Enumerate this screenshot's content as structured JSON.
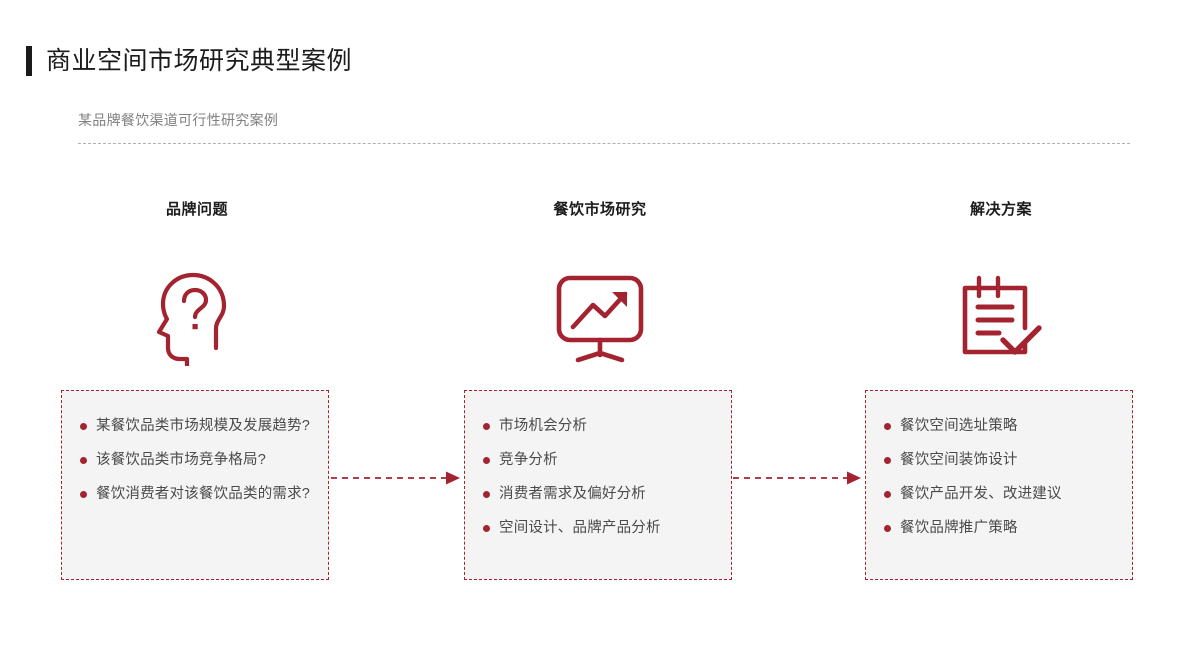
{
  "header": {
    "title": "商业空间市场研究典型案例",
    "subtitle": "某品牌餐饮渠道可行性研究案例"
  },
  "columns": [
    {
      "id": "brand-problem",
      "header": "品牌问题",
      "icon": "head-question-icon",
      "items": [
        "某餐饮品类市场规模及发展趋势?",
        "该餐饮品类市场竞争格局?",
        "餐饮消费者对该餐饮品类的需求?"
      ]
    },
    {
      "id": "market-research",
      "header": "餐饮市场研究",
      "icon": "presentation-chart-icon",
      "items": [
        "市场机会分析",
        "竞争分析",
        "消费者需求及偏好分析",
        "空间设计、品牌产品分析"
      ]
    },
    {
      "id": "solution",
      "header": "解决方案",
      "icon": "clipboard-check-icon",
      "items": [
        "餐饮空间选址策略",
        "餐饮空间装饰设计",
        "餐饮产品开发、改进建议",
        "餐饮品牌推广策略"
      ]
    }
  ],
  "arrows": [
    {
      "id": "arrow-brand-to-research"
    },
    {
      "id": "arrow-research-to-solution"
    }
  ],
  "colors": {
    "accent_red": "#a32430",
    "title_black": "#1a1a1a",
    "box_fill": "#f4f4f4",
    "subtitle_gray": "#808080",
    "divider_gray": "#b0b0b0",
    "body_text": "#4a4a4a"
  }
}
